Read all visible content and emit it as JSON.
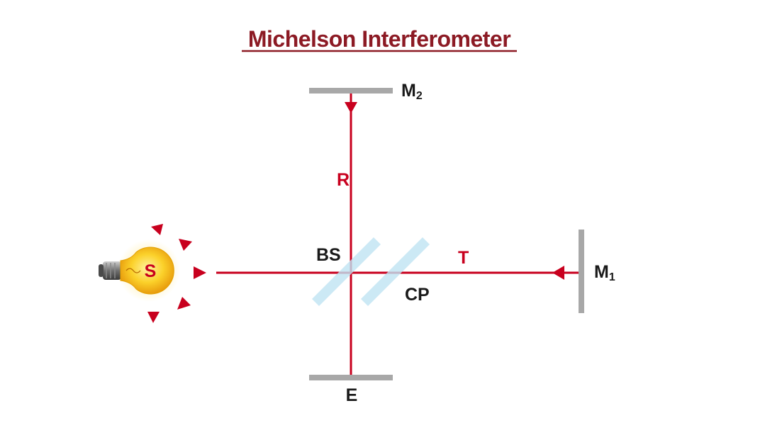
{
  "title": "Michelson Interferometer",
  "colors": {
    "beam": "#c8001e",
    "title": "#8c1a24",
    "mirror": "#a8a8a8",
    "plate": "#bfe3f2",
    "label_dark": "#1a1a1a",
    "bulb_glow": "#f9c31a"
  },
  "labels": {
    "source": "S",
    "beam_splitter": "BS",
    "compensating_plate": "CP",
    "reflected_beam": "R",
    "transmitted_beam": "T",
    "eye": "E",
    "mirror1": {
      "letter": "M",
      "subscript": "1"
    },
    "mirror2": {
      "letter": "M",
      "subscript": "2"
    }
  },
  "icons": [
    "light-bulb-icon",
    "arrowhead-icon"
  ]
}
